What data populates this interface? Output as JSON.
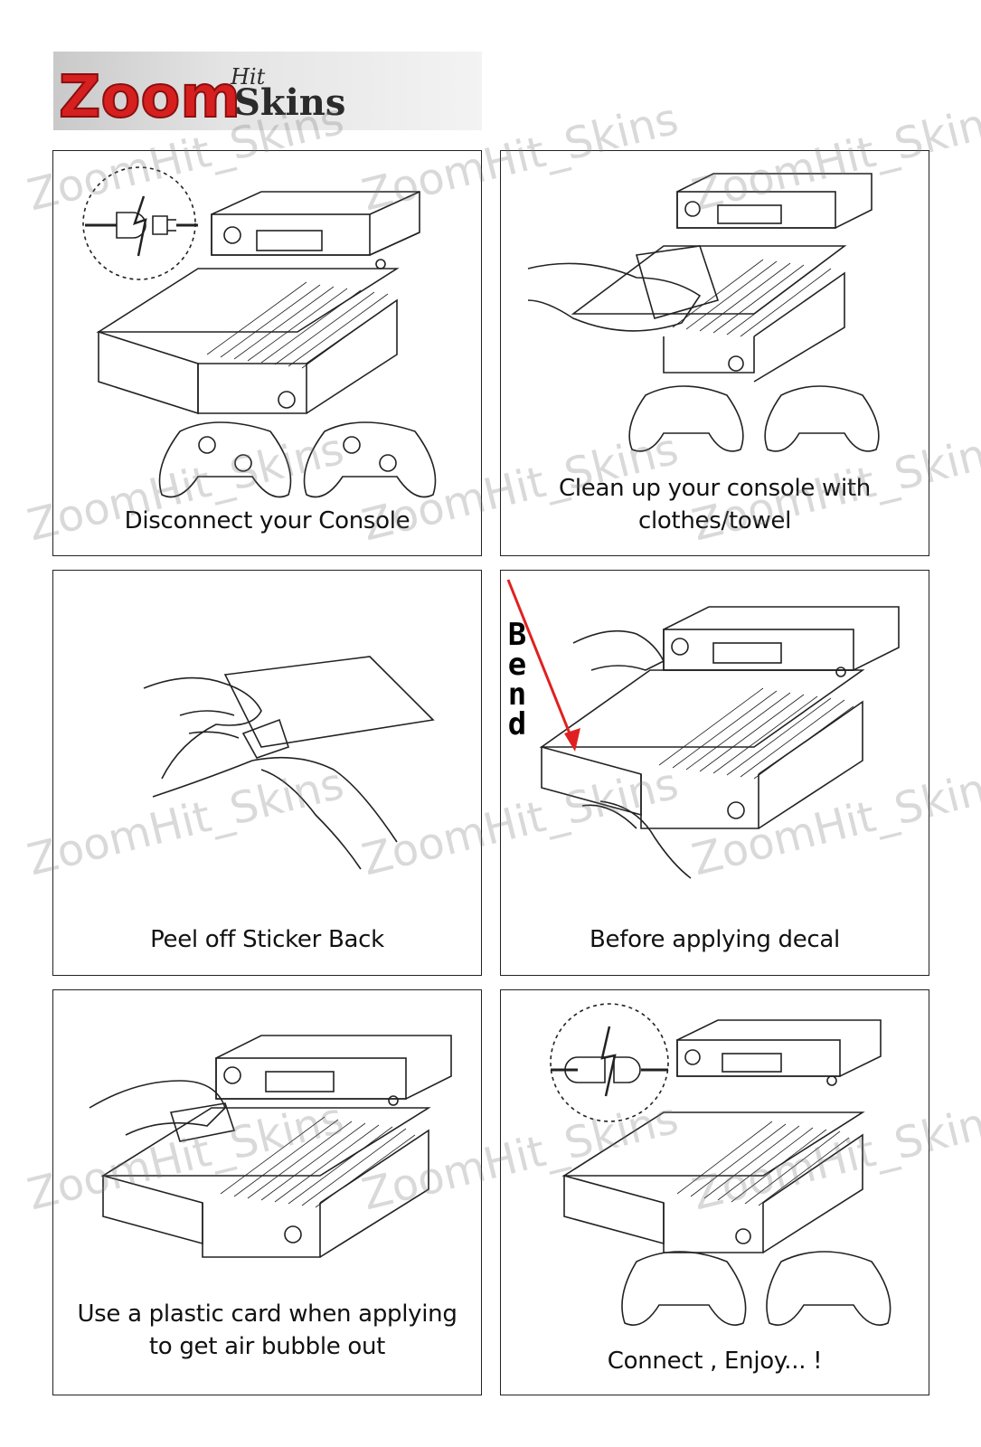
{
  "brand": {
    "logo_text_main": "Zoom",
    "logo_text_super": "Hit",
    "logo_text_tail": "Skins",
    "logo_red": "#d61f1f",
    "logo_dark": "#2b2b2b"
  },
  "watermark": "ZoomHit_Skins",
  "steps": [
    {
      "caption_lines": [
        "Disconnect your Console"
      ],
      "icon": "unplug-icon"
    },
    {
      "caption_lines": [
        "Clean up your console with",
        "clothes/towel"
      ],
      "icon": "hand-wipe-icon"
    },
    {
      "caption_lines": [
        "Peel off Sticker Back"
      ],
      "icon": "peel-sticker-icon"
    },
    {
      "caption_lines": [
        "Before applying decal"
      ],
      "icon": "bend-decal-icon",
      "bend_label": [
        "B",
        "e",
        "n",
        "d"
      ],
      "arrow_color": "#e02020"
    },
    {
      "caption_lines": [
        "Use a plastic card when applying",
        "to get air bubble out"
      ],
      "icon": "plastic-card-icon"
    },
    {
      "caption_lines": [
        "Connect , Enjoy... !"
      ],
      "icon": "plug-icon"
    }
  ]
}
